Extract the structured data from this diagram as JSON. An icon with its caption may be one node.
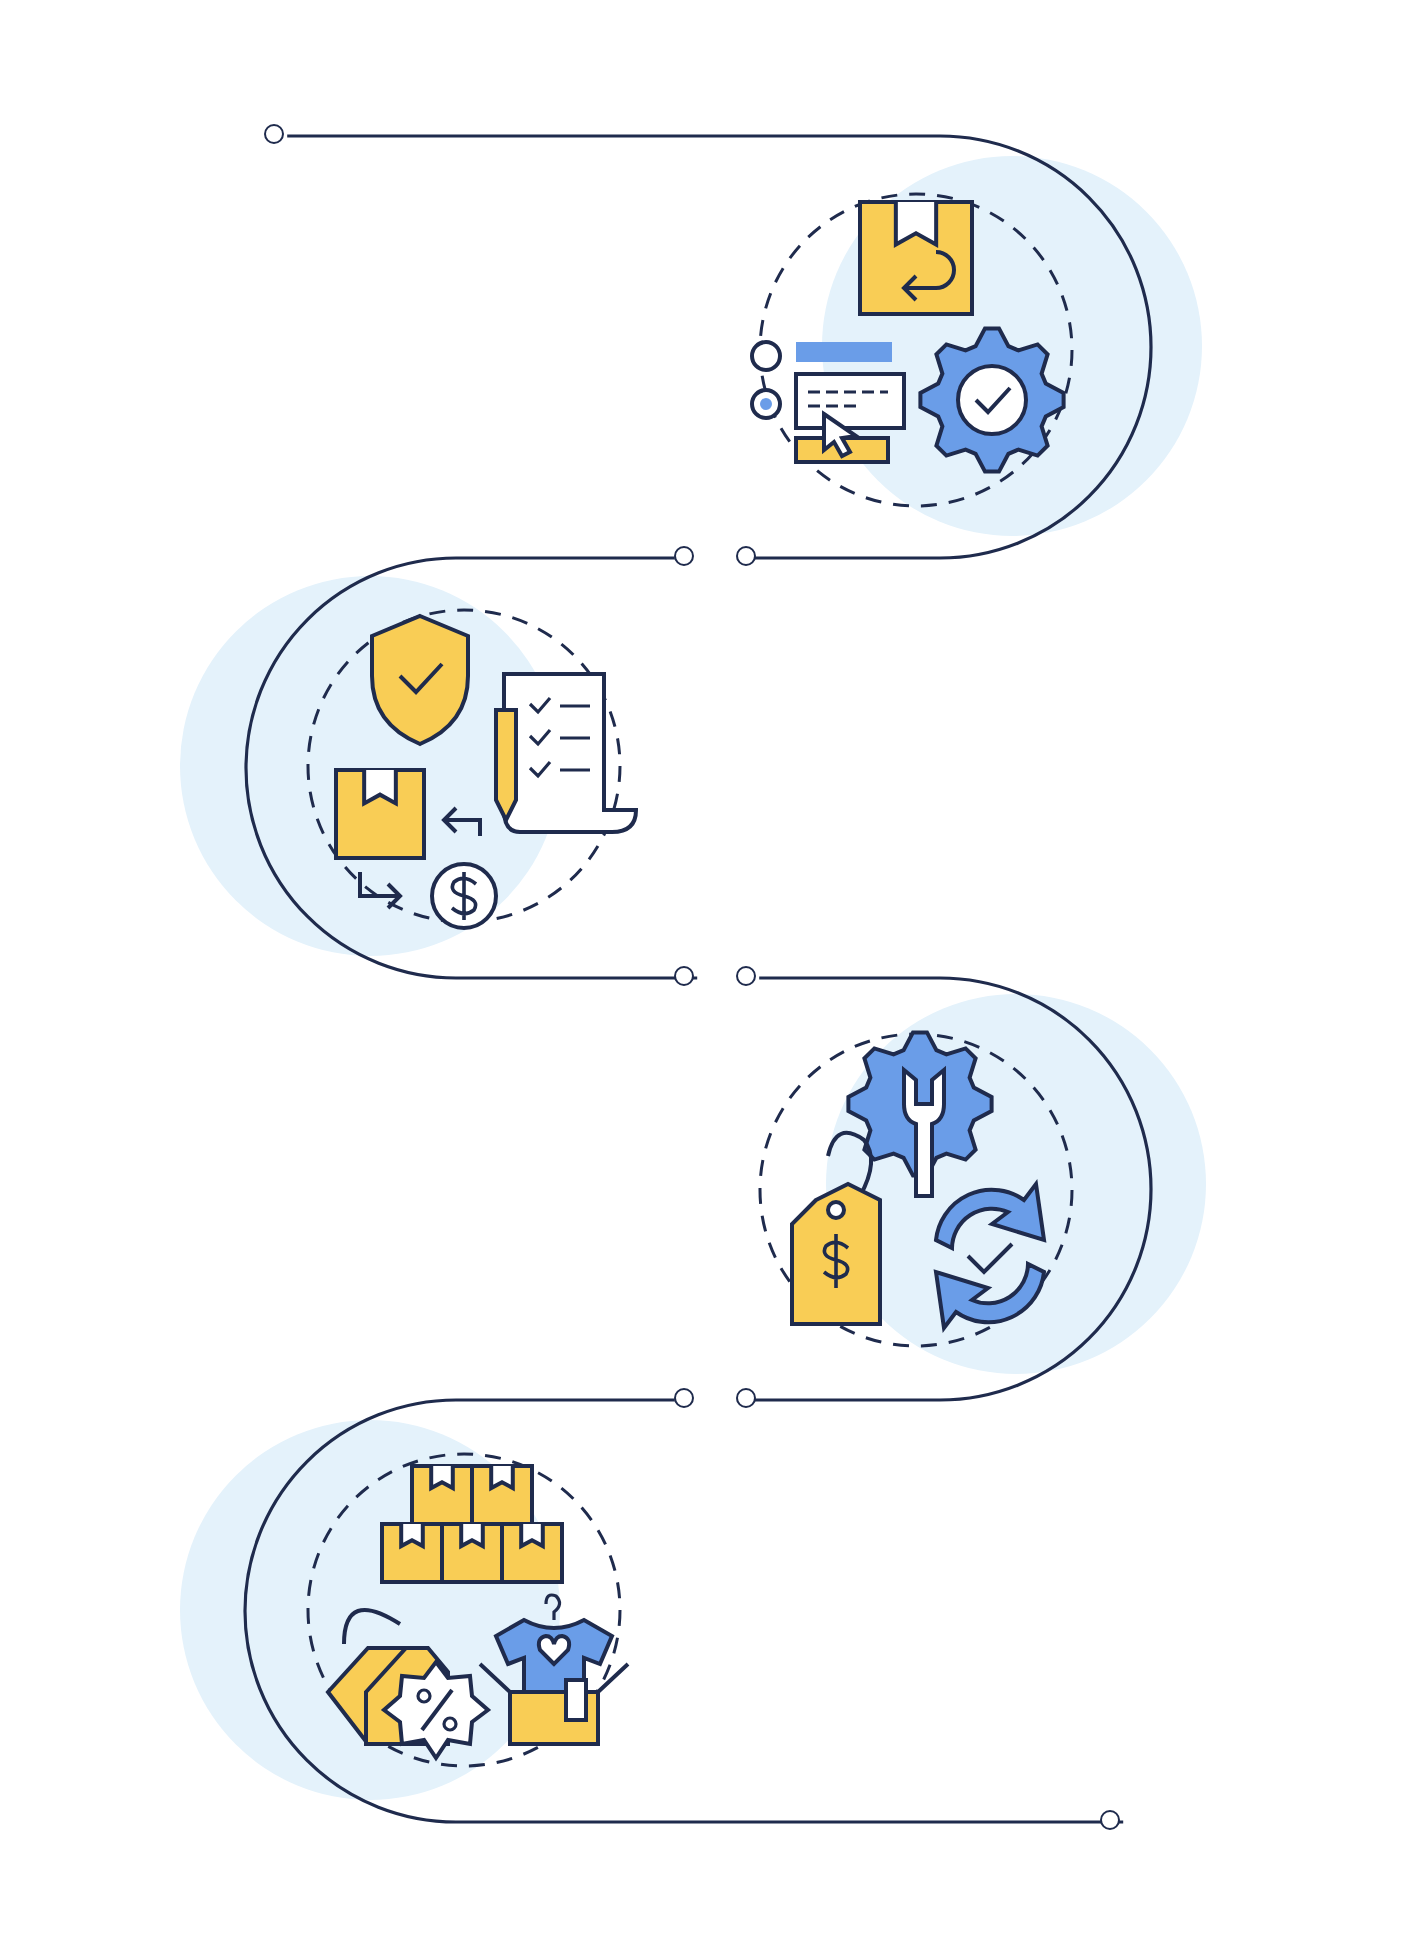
{
  "diagram": {
    "nodes": [
      {
        "text": [],
        "shape": "circle"
      },
      {
        "text": [],
        "shape": "circle"
      },
      {
        "text": [],
        "shape": "circle"
      },
      {
        "text": [],
        "shape": "circle"
      },
      {
        "text": [],
        "shape": "circle"
      },
      {
        "text": [],
        "shape": "circle"
      },
      {
        "text": [],
        "shape": "circle"
      },
      {
        "text": [],
        "shape": "circle"
      }
    ],
    "edges": [
      {
        "from": 0,
        "to": 1,
        "arrow": "none"
      },
      {
        "from": 2,
        "to": 3,
        "arrow": "none"
      },
      {
        "from": 4,
        "to": 5,
        "arrow": "none"
      },
      {
        "from": 6,
        "to": 7,
        "arrow": "none"
      }
    ]
  }
}
